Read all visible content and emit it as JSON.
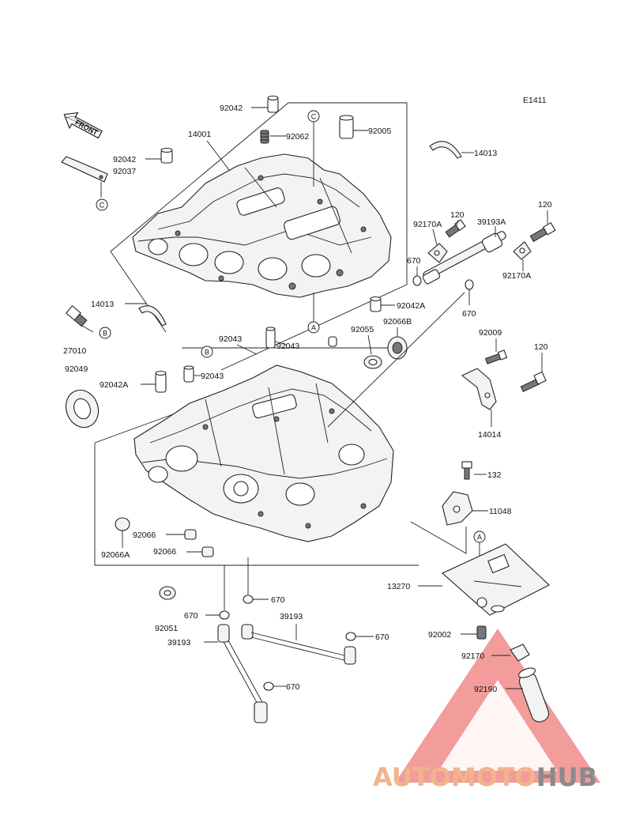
{
  "diagram_code": "E1411",
  "front_label": "FRONT",
  "labels": {
    "p92042_top": "92042",
    "p14001": "14001",
    "p92062": "92062",
    "p92005": "92005",
    "p14013_top": "14013",
    "p92042_left": "92042",
    "p92037": "92037",
    "p92170A_a": "92170A",
    "p120_a": "120",
    "p39193A": "39193A",
    "p120_b": "120",
    "p670_a": "670",
    "p92170A_b": "92170A",
    "p14013_left": "14013",
    "p92042A_right": "92042A",
    "p27010": "27010",
    "p92043_a": "92043",
    "p92043_b": "92043",
    "p92055": "92055",
    "p92066B": "92066B",
    "p670_b": "670",
    "p92009": "92009",
    "p120_c": "120",
    "p92049": "92049",
    "p92043_c": "92043",
    "p92042A_left": "92042A",
    "p14014": "14014",
    "p132": "132",
    "p11048": "11048",
    "p92066_a": "92066",
    "p92066A": "92066A",
    "p92066_b": "92066",
    "p13270": "13270",
    "p670_c": "670",
    "p670_d": "670",
    "p39193_a": "39193",
    "p92051": "92051",
    "p39193_b": "39193",
    "p670_e": "670",
    "p92002": "92002",
    "p92170": "92170",
    "p670_f": "670",
    "p92190": "92190"
  },
  "callouts": {
    "c_top": "C",
    "c_left": "C",
    "a_mid": "A",
    "b_sensor": "B",
    "b_lower": "B",
    "a_lower": "A"
  },
  "watermark": {
    "part1": "AUTOMOTO",
    "part2": "HUB",
    "color1": "#f2b48a",
    "color2": "#8a8a8a",
    "triangle_color": "#e84a4a"
  }
}
